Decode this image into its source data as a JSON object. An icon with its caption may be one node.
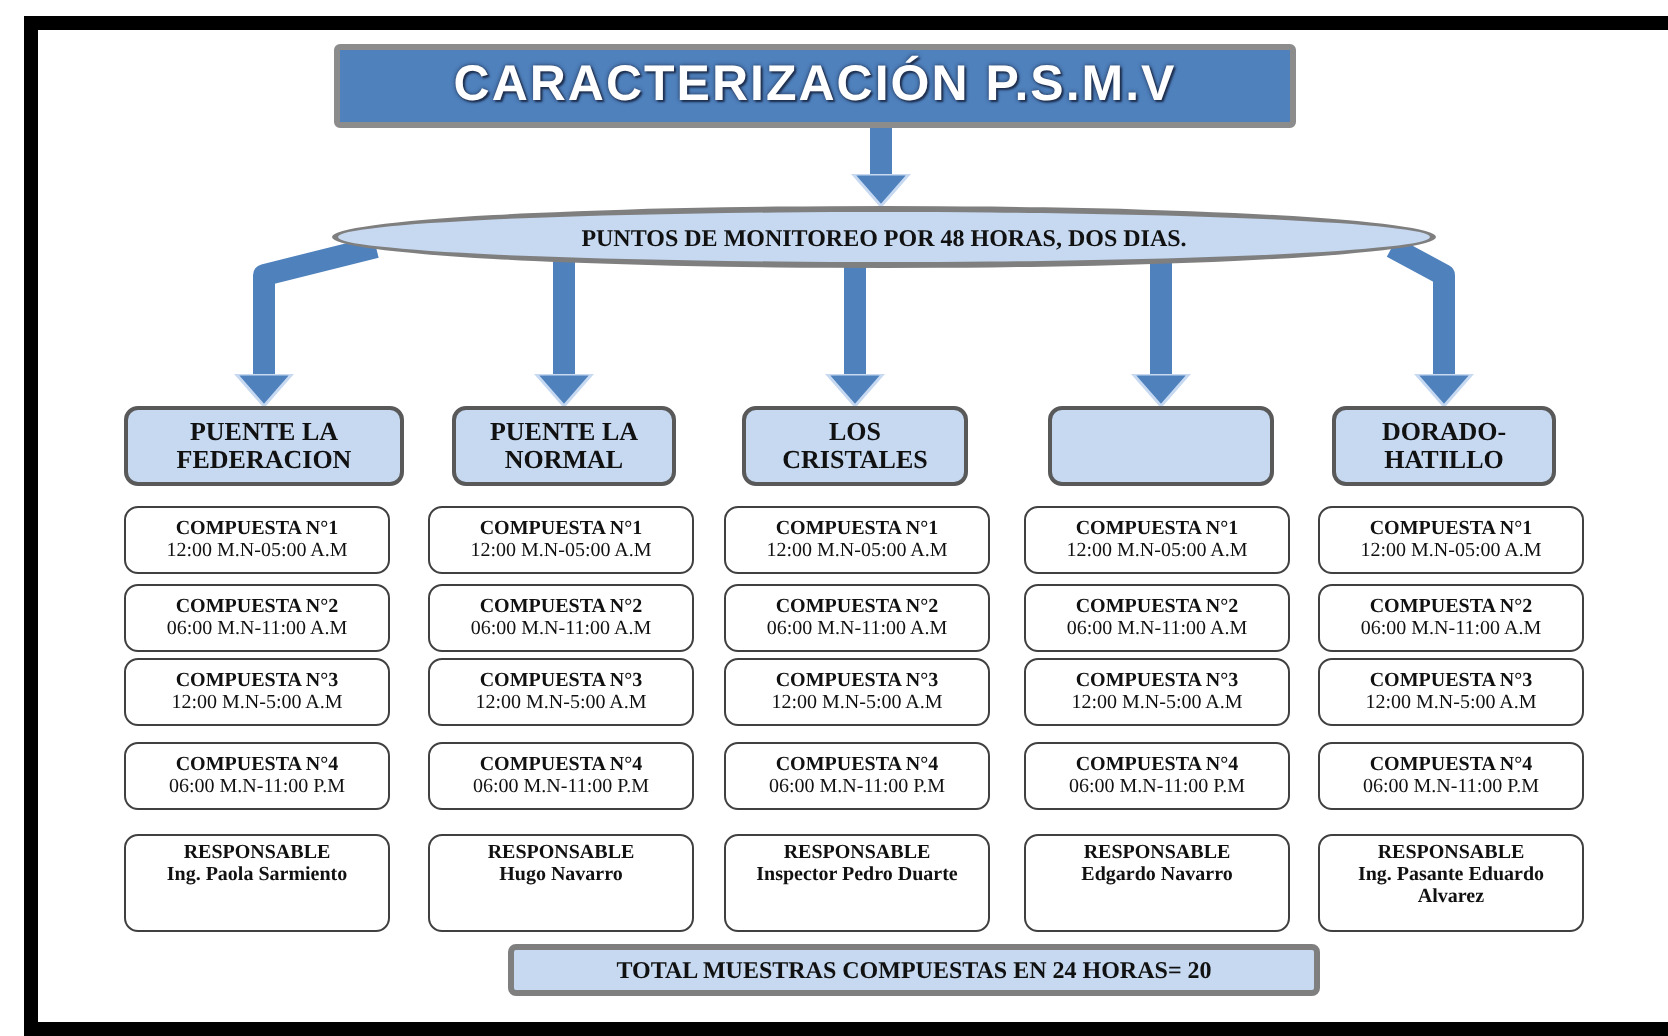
{
  "diagram": {
    "nodes": [
      {
        "text": [
          "CARACTERIZACIÓN P.S.M.V"
        ]
      },
      {
        "text": [
          "PUNTOS DE MONITOREO POR 48 HORAS, DOS DIAS."
        ]
      },
      {
        "text": [
          "PUENTE LA FEDERACION"
        ]
      },
      {
        "text": [
          "COMPUESTA N°1",
          "12:00 M.N-05:00 A.M"
        ]
      },
      {
        "text": [
          "COMPUESTA N°2",
          "06:00 M.N-11:00 A.M"
        ]
      },
      {
        "text": [
          "COMPUESTA N°3",
          "12:00 M.N-5:00 A.M"
        ]
      },
      {
        "text": [
          "COMPUESTA N°4",
          "06:00 M.N-11:00 P.M"
        ]
      },
      {
        "text": [
          "RESPONSABLE",
          "Ing. Paola Sarmiento"
        ]
      },
      {
        "text": [
          "PUENTE LA NORMAL"
        ]
      },
      {
        "text": [
          "COMPUESTA N°1",
          "12:00 M.N-05:00 A.M"
        ]
      },
      {
        "text": [
          "COMPUESTA N°2",
          "06:00 M.N-11:00 A.M"
        ]
      },
      {
        "text": [
          "COMPUESTA N°3",
          "12:00 M.N-5:00 A.M"
        ]
      },
      {
        "text": [
          "COMPUESTA N°4",
          "06:00 M.N-11:00 P.M"
        ]
      },
      {
        "text": [
          "RESPONSABLE",
          "Hugo Navarro"
        ]
      },
      {
        "text": [
          "LOS CRISTALES"
        ]
      },
      {
        "text": [
          "COMPUESTA N°1",
          "12:00 M.N-05:00 A.M"
        ]
      },
      {
        "text": [
          "COMPUESTA N°2",
          "06:00 M.N-11:00 A.M"
        ]
      },
      {
        "text": [
          "COMPUESTA N°3",
          "12:00 M.N-5:00 A.M"
        ]
      },
      {
        "text": [
          "COMPUESTA N°4",
          "06:00 M.N-11:00 P.M"
        ]
      },
      {
        "text": [
          "RESPONSABLE",
          "Inspector Pedro Duarte"
        ]
      },
      {
        "text": [],
        "shape": "box"
      },
      {
        "text": [
          "COMPUESTA N°1",
          "12:00 M.N-05:00 A.M"
        ]
      },
      {
        "text": [
          "COMPUESTA N°2",
          "06:00 M.N-11:00 A.M"
        ]
      },
      {
        "text": [
          "COMPUESTA N°3",
          "12:00 M.N-5:00 A.M"
        ]
      },
      {
        "text": [
          "COMPUESTA N°4",
          "06:00 M.N-11:00 P.M"
        ]
      },
      {
        "text": [
          "RESPONSABLE",
          "Edgardo Navarro"
        ]
      },
      {
        "text": [
          "DORADO- HATILLO"
        ]
      },
      {
        "text": [
          "COMPUESTA N°1",
          "12:00 M.N-05:00 A.M"
        ]
      },
      {
        "text": [
          "COMPUESTA N°2",
          "06:00 M.N-11:00 A.M"
        ]
      },
      {
        "text": [
          "COMPUESTA N°3",
          "12:00 M.N-5:00 A.M"
        ]
      },
      {
        "text": [
          "COMPUESTA N°4",
          "06:00 M.N-11:00 P.M"
        ]
      },
      {
        "text": [
          "RESPONSABLE",
          "Ing. Pasante Eduardo Alvarez"
        ]
      },
      {
        "text": [
          "TOTAL MUESTRAS COMPUESTAS EN 24 HORAS= 20"
        ]
      }
    ],
    "edges": [
      {
        "from": 0,
        "to": 1,
        "arrow": "to"
      },
      {
        "from": 1,
        "to": 2,
        "arrow": "to"
      },
      {
        "from": 1,
        "to": 8,
        "arrow": "to"
      },
      {
        "from": 1,
        "to": 14,
        "arrow": "to"
      },
      {
        "from": 1,
        "to": 20,
        "arrow": "to"
      },
      {
        "from": 1,
        "to": 26,
        "arrow": "to"
      }
    ]
  }
}
